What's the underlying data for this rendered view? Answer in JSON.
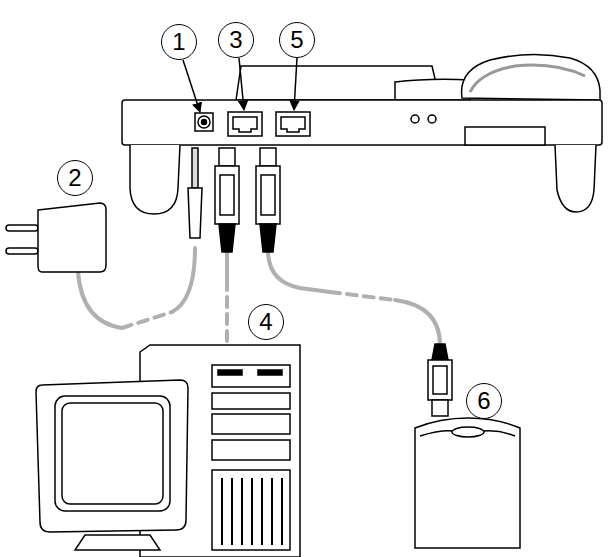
{
  "diagram": {
    "labels": [
      "1",
      "3",
      "5",
      "2",
      "4",
      "6"
    ]
  }
}
